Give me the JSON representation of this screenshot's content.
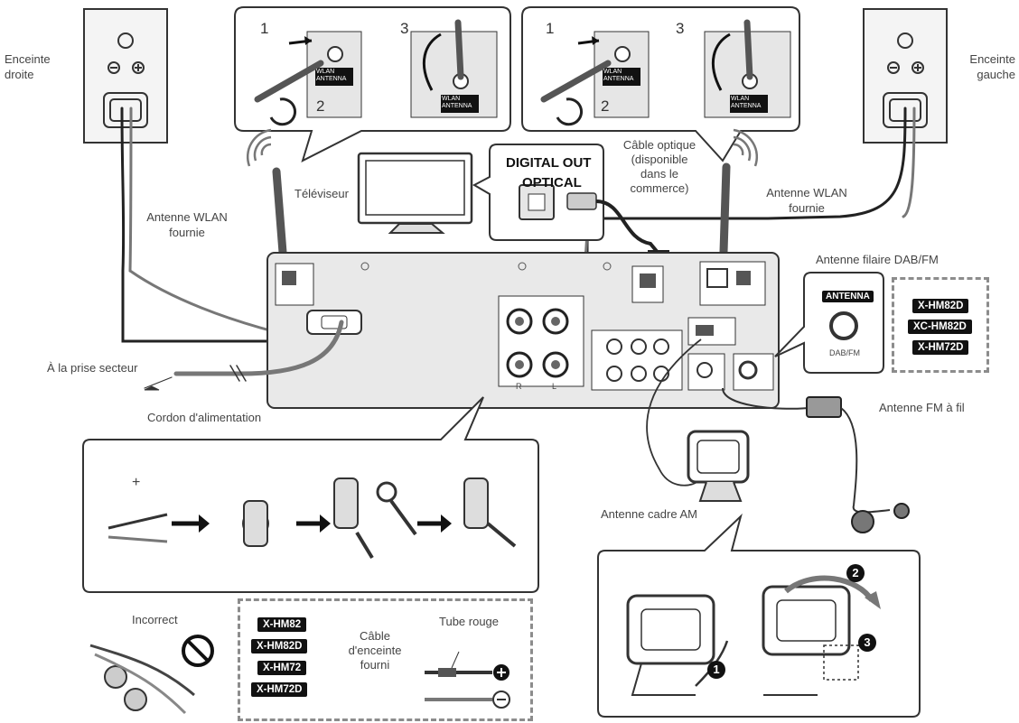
{
  "speakers": {
    "right_label": "Enceinte\ndroite",
    "left_label": "Enceinte\ngauche"
  },
  "antenna_steps": {
    "left": [
      "1",
      "2",
      "3"
    ],
    "right": [
      "1",
      "2",
      "3"
    ],
    "jack_label": "WLAN\nANTENNA"
  },
  "labels": {
    "tv": "Téléviseur",
    "optical_cable": "Câble optique\n(disponible\ndans le\ncommerce)",
    "wlan_left": "Antenne WLAN\nfournie",
    "wlan_right": "Antenne WLAN\nfournie",
    "dab_fm": "Antenne filaire DAB/FM",
    "mains": "À la prise secteur",
    "power_cord": "Cordon d'alimentation",
    "fm_wire": "Antenne FM à fil",
    "am_loop": "Antenne cadre AM",
    "incorrect": "Incorrect",
    "speaker_cable": "Câble\nd'enceinte\nfourni",
    "red_tube": "Tube rouge",
    "plus": "+"
  },
  "digital_out": {
    "line1": "DIGITAL OUT",
    "line2": "OPTICAL"
  },
  "antenna_jack": {
    "title": "ANTENNA",
    "sub": "DAB/FM"
  },
  "models_dab": [
    "X-HM82D",
    "XC-HM82D",
    "X-HM72D"
  ],
  "models_cable": [
    "X-HM82",
    "X-HM82D",
    "X-HM72",
    "X-HM72D"
  ],
  "am_steps": [
    "1",
    "2",
    "3"
  ],
  "channel_labels": {
    "r": "R",
    "l": "L"
  },
  "colors": {
    "ink": "#333333",
    "panel": "#e6e6e6",
    "badge": "#111111",
    "dash": "#8c8c8c"
  }
}
